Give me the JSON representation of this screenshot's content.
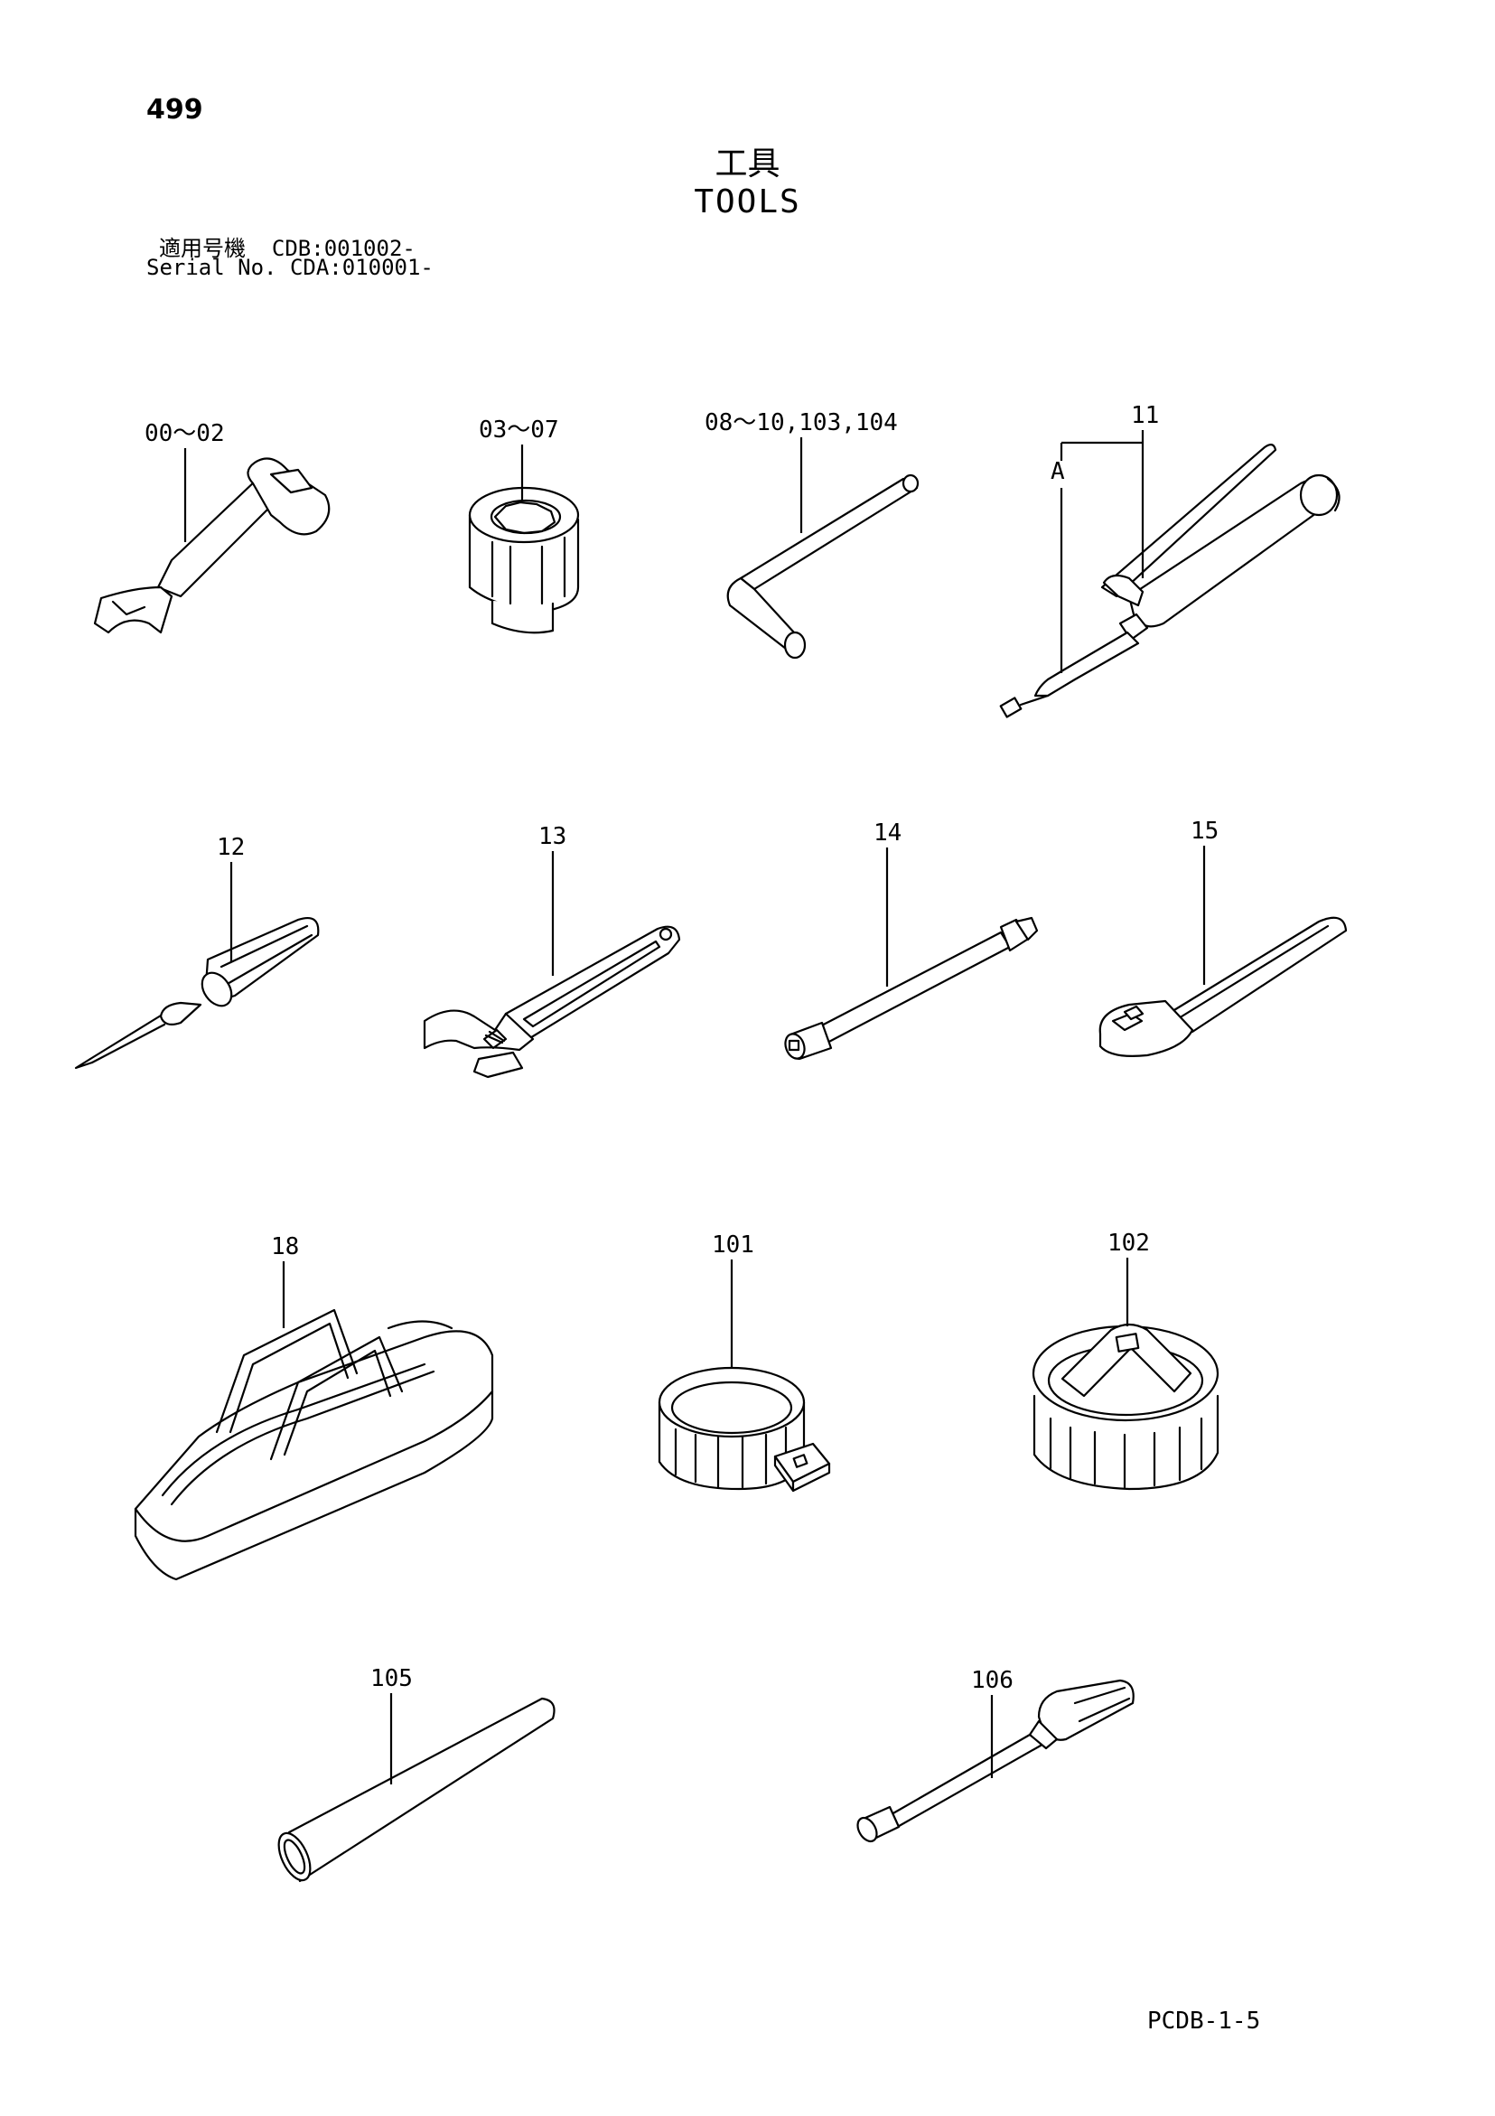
{
  "header": {
    "page_number": "499",
    "title_jp": "工具",
    "title_en": "TOOLS",
    "serial_jp": "適用号機  CDB:001002-",
    "serial_en": "Serial No. CDA:010001-"
  },
  "callouts": {
    "wrench": "00～02",
    "socket": "03～07",
    "hex_key": "08～10,103,104",
    "grease_gun": "11",
    "grease_gun_detail": "A",
    "screwdriver": "12",
    "adjustable_wrench": "13",
    "extension_bar": "14",
    "ratchet_handle": "15",
    "tool_bag": "18",
    "filter_wrench_a": "101",
    "filter_wrench_b": "102",
    "pipe_bar": "105",
    "socket_driver": "106"
  },
  "footer": {
    "drawing_code": "PCDB-1-5"
  }
}
